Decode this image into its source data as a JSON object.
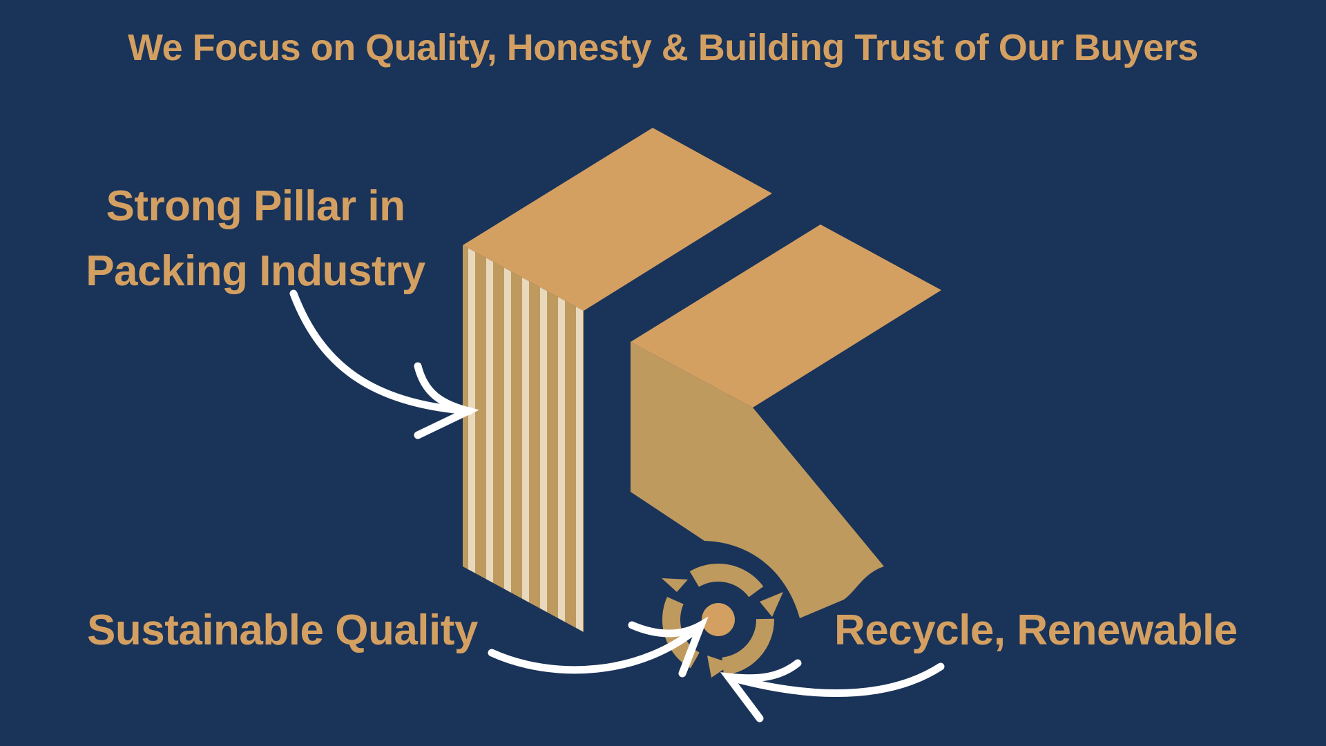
{
  "header": {
    "title": "We Focus on Quality, Honesty & Building Trust of Our Buyers"
  },
  "callouts": {
    "pillar_line1": "Strong Pillar in",
    "pillar_line2": "Packing Industry",
    "sustainable": "Sustainable Quality",
    "recycle": "Recycle, Renewable"
  },
  "colors": {
    "background": "#1a3358",
    "accent": "#d4a062",
    "box_side": "#bf9a5f",
    "stripe_light": "#e8d8bc",
    "arrow": "#ffffff"
  },
  "icons": [
    "box-logo-icon",
    "corrugated-side-icon",
    "recycle-icon",
    "arrow-icon"
  ]
}
